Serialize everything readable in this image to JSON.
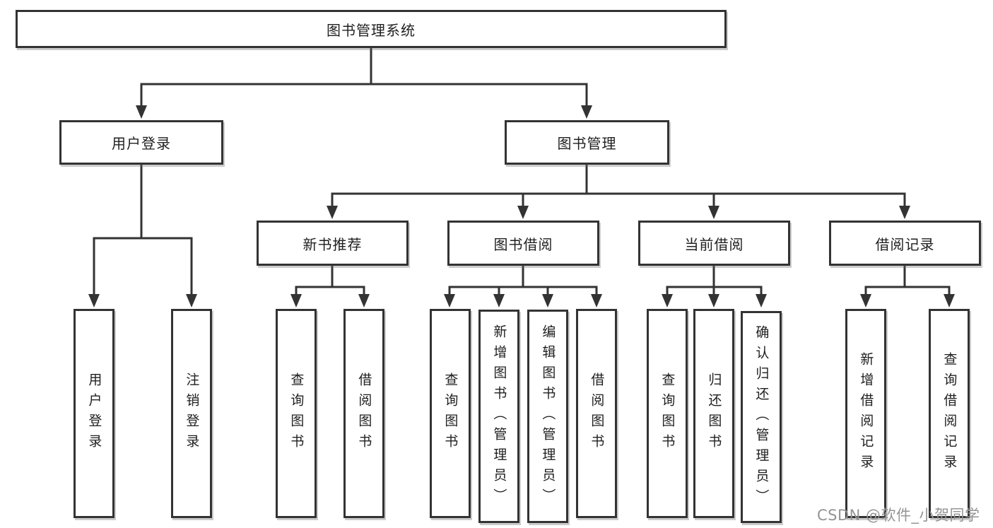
{
  "colors": {
    "line": "#333333",
    "box_border": "#333333",
    "text": "#1f1f1f",
    "background": "#ffffff",
    "watermark": "#949494"
  },
  "diagram": {
    "root": {
      "label": "图书管理系统"
    },
    "branches": [
      {
        "label": "用户登录",
        "children": [
          {
            "label": "用户登录"
          },
          {
            "label": "注销登录"
          }
        ]
      },
      {
        "label": "图书管理",
        "children": [
          {
            "label": "新书推荐",
            "children": [
              {
                "label": "查询图书"
              },
              {
                "label": "借阅图书"
              }
            ]
          },
          {
            "label": "图书借阅",
            "children": [
              {
                "label": "查询图书"
              },
              {
                "label": "新增图书（管理员）"
              },
              {
                "label": "编辑图书（管理员）"
              },
              {
                "label": "借阅图书"
              }
            ]
          },
          {
            "label": "当前借阅",
            "children": [
              {
                "label": "查询图书"
              },
              {
                "label": "归还图书"
              },
              {
                "label": "确认归还（管理员）"
              }
            ]
          },
          {
            "label": "借阅记录",
            "children": [
              {
                "label": "新增借阅记录"
              },
              {
                "label": "查询借阅记录"
              }
            ]
          }
        ]
      }
    ]
  },
  "watermark": {
    "text": "CSDN @软件_小贺同学"
  }
}
